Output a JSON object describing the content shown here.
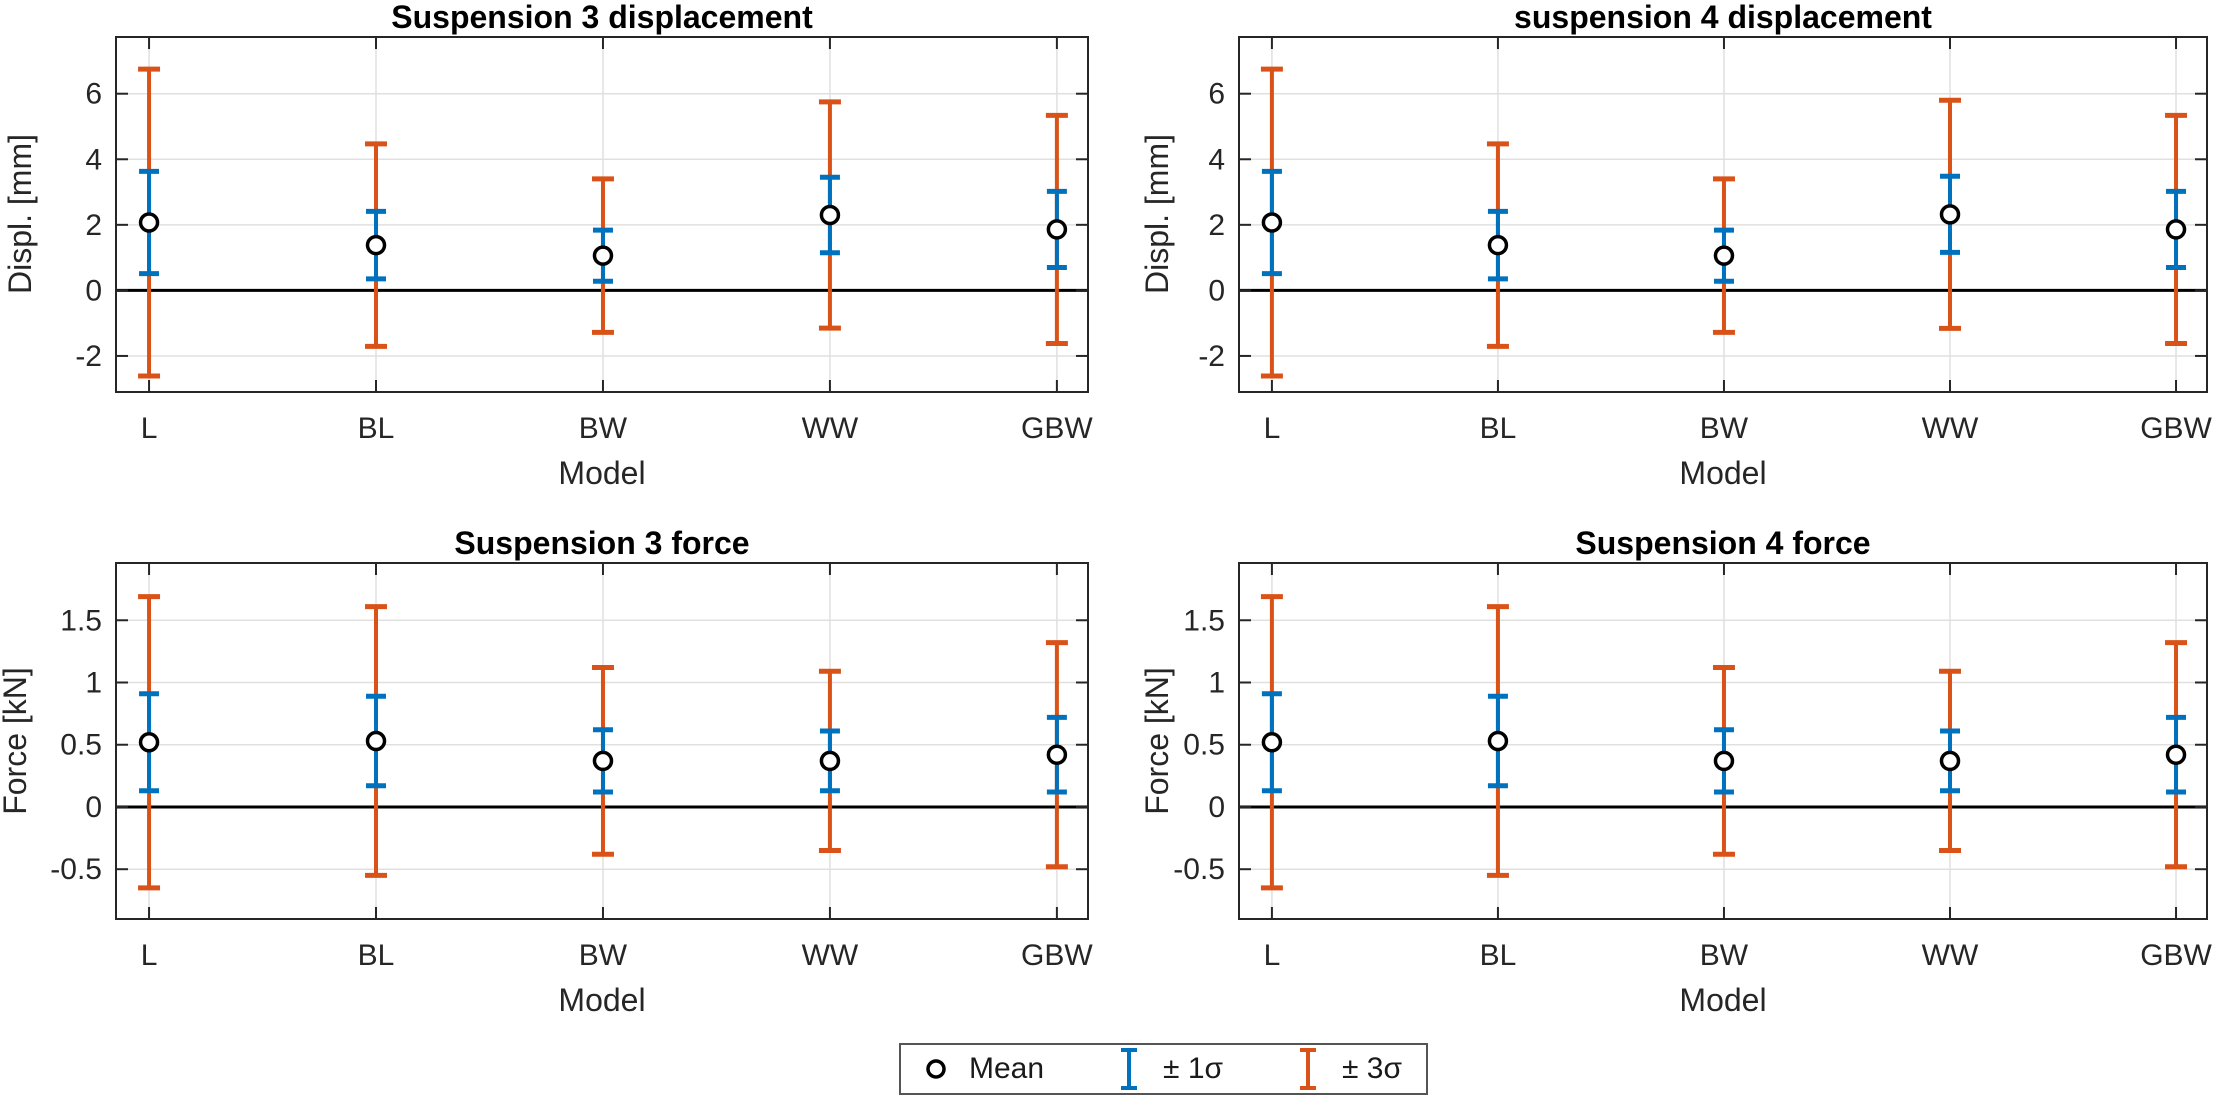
{
  "figure": {
    "colors": {
      "mean": "#000000",
      "mean_fill": "#ffffff",
      "sigma1": "#0072BD",
      "sigma3": "#D95319",
      "grid": "#e0e0e0",
      "axis": "#262626",
      "zero_line": "#000000",
      "background": "#ffffff",
      "legend_border": "#555555"
    },
    "legend": {
      "items": [
        {
          "label": "Mean",
          "glyph": "mean-marker"
        },
        {
          "label": "± 1σ",
          "glyph": "errorbar-1sigma"
        },
        {
          "label": "± 3σ",
          "glyph": "errorbar-3sigma"
        }
      ]
    }
  },
  "chart_data": [
    {
      "type": "scatter",
      "subtype": "errorbar",
      "title": "Suspension 3 displacement",
      "xlabel": "Model",
      "ylabel": "Displ. [mm]",
      "categories": [
        "L",
        "BL",
        "BW",
        "WW",
        "GBW"
      ],
      "mean": [
        2.07,
        1.38,
        1.06,
        2.3,
        1.86
      ],
      "sigma": [
        1.56,
        1.03,
        0.78,
        1.15,
        1.16
      ],
      "sigma_multiples": [
        1,
        3
      ],
      "ylim": [
        -3.1,
        7.73
      ],
      "yticks": [
        -2,
        0,
        2,
        4,
        6
      ],
      "ytick_labels": [
        "-2",
        "0",
        "2",
        "4",
        "6"
      ],
      "grid": true,
      "zero_line": true
    },
    {
      "type": "scatter",
      "subtype": "errorbar",
      "title": "suspension 4 displacement",
      "xlabel": "Model",
      "ylabel": "Displ. [mm]",
      "categories": [
        "L",
        "BL",
        "BW",
        "WW",
        "GBW"
      ],
      "mean": [
        2.07,
        1.38,
        1.06,
        2.32,
        1.86
      ],
      "sigma": [
        1.56,
        1.03,
        0.78,
        1.16,
        1.16
      ],
      "sigma_multiples": [
        1,
        3
      ],
      "ylim": [
        -3.1,
        7.73
      ],
      "yticks": [
        -2,
        0,
        2,
        4,
        6
      ],
      "ytick_labels": [
        "-2",
        "0",
        "2",
        "4",
        "6"
      ],
      "grid": true,
      "zero_line": true
    },
    {
      "type": "scatter",
      "subtype": "errorbar",
      "title": "Suspension 3 force",
      "xlabel": "Model",
      "ylabel": "Force [kN]",
      "categories": [
        "L",
        "BL",
        "BW",
        "WW",
        "GBW"
      ],
      "mean": [
        0.52,
        0.53,
        0.37,
        0.37,
        0.42
      ],
      "sigma": [
        0.39,
        0.36,
        0.25,
        0.24,
        0.3
      ],
      "sigma_multiples": [
        1,
        3
      ],
      "ylim": [
        -0.9,
        1.96
      ],
      "yticks": [
        -0.5,
        0,
        0.5,
        1,
        1.5
      ],
      "ytick_labels": [
        "-0.5",
        "0",
        "0.5",
        "1",
        "1.5"
      ],
      "grid": true,
      "zero_line": true
    },
    {
      "type": "scatter",
      "subtype": "errorbar",
      "title": "Suspension 4 force",
      "xlabel": "Model",
      "ylabel": "Force [kN]",
      "categories": [
        "L",
        "BL",
        "BW",
        "WW",
        "GBW"
      ],
      "mean": [
        0.52,
        0.53,
        0.37,
        0.37,
        0.42
      ],
      "sigma": [
        0.39,
        0.36,
        0.25,
        0.24,
        0.3
      ],
      "sigma_multiples": [
        1,
        3
      ],
      "ylim": [
        -0.9,
        1.96
      ],
      "yticks": [
        -0.5,
        0,
        0.5,
        1,
        1.5
      ],
      "ytick_labels": [
        "-0.5",
        "0",
        "0.5",
        "1",
        "1.5"
      ],
      "grid": true,
      "zero_line": true
    }
  ]
}
